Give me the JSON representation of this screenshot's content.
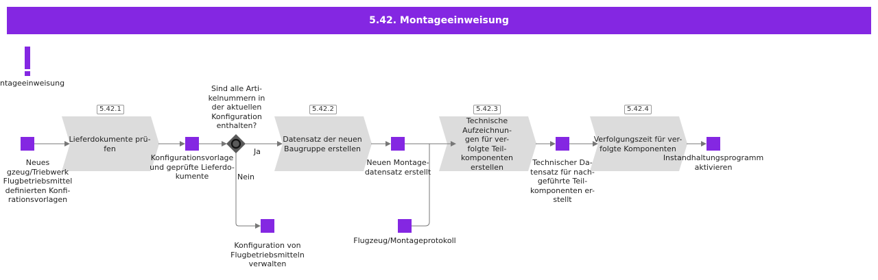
{
  "header": {
    "title": "5.42. Montageeinweisung"
  },
  "start": {
    "label": "ntageeinweisung"
  },
  "functions": [
    {
      "id": "5.42.1",
      "label": "Lieferdokumente prü-\nfen"
    },
    {
      "id": "5.42.2",
      "label": "Datensatz der neuen\nBaugruppe erstellen"
    },
    {
      "id": "5.42.3",
      "label": "Technische\nAufzeichnun-\ngen für ver-\nfolgte Teil-\nkomponenten\nerstellen"
    },
    {
      "id": "5.42.4",
      "label": "Verfolgungszeit für ver-\nfolgte Komponenten"
    }
  ],
  "events": [
    {
      "label": "Neues\ngzeug/Triebwerk\n Flugbetriebsmittel\ndefinierten Konfi-\nrationsvorlagen"
    },
    {
      "label": "Konfigurationsvorlage\nund geprüfte Lieferdo-\nkumente"
    },
    {
      "label": "Neuen Montage-\ndatensatz erstellt"
    },
    {
      "label": "Technischer Da-\ntensatz für nach-\ngeführte Teil-\nkomponenten er-\nstellt"
    },
    {
      "label": "Instandhaltungsprogramm\naktivieren"
    },
    {
      "label": "Konfiguration von\nFlugbetriebsmitteln\nverwalten"
    },
    {
      "label": "Flugzeug/Montageprotokoll"
    }
  ],
  "gateway": {
    "question": "Sind alle Arti-\nkelnummern in\nder aktuellen\nKonfiguration\nenthalten?",
    "yes": "Ja",
    "no": "Nein"
  },
  "colors": {
    "accent": "#8427e2",
    "function_fill": "#dcdcdc",
    "connector": "#777777"
  }
}
